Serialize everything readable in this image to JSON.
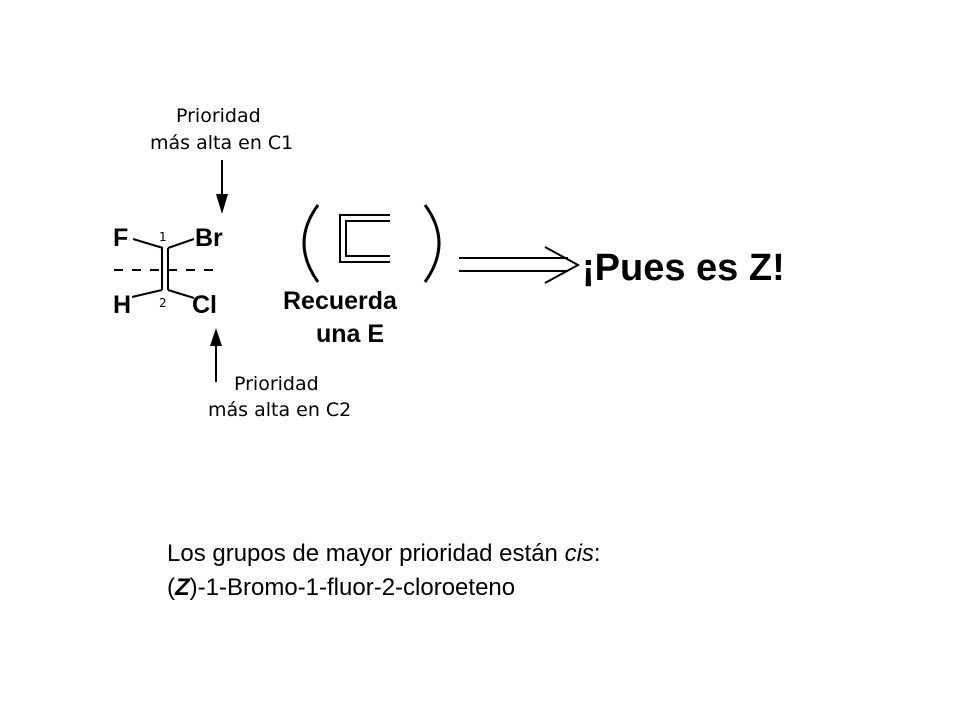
{
  "diagram": {
    "top_note": [
      "Prioridad",
      "más alta en C1"
    ],
    "bottom_note": [
      "Prioridad",
      "más alta en C2"
    ],
    "atoms": {
      "top_left": "F",
      "top_right": "Br",
      "bottom_left": "H",
      "bottom_right": "Cl",
      "carbon_1_number": "1",
      "carbon_2_number": "2"
    },
    "reminder": [
      "Recuerda",
      "una E"
    ],
    "conclusion": "¡Pues es Z!"
  },
  "caption": {
    "line1_text": "Los grupos de mayor prioridad están ",
    "line1_italic": "cis",
    "line1_end": ":",
    "line2_open": "(",
    "line2_bold_italic": "Z",
    "line2_rest": ")-1-Bromo-1-fluor-2-cloroeteno"
  }
}
